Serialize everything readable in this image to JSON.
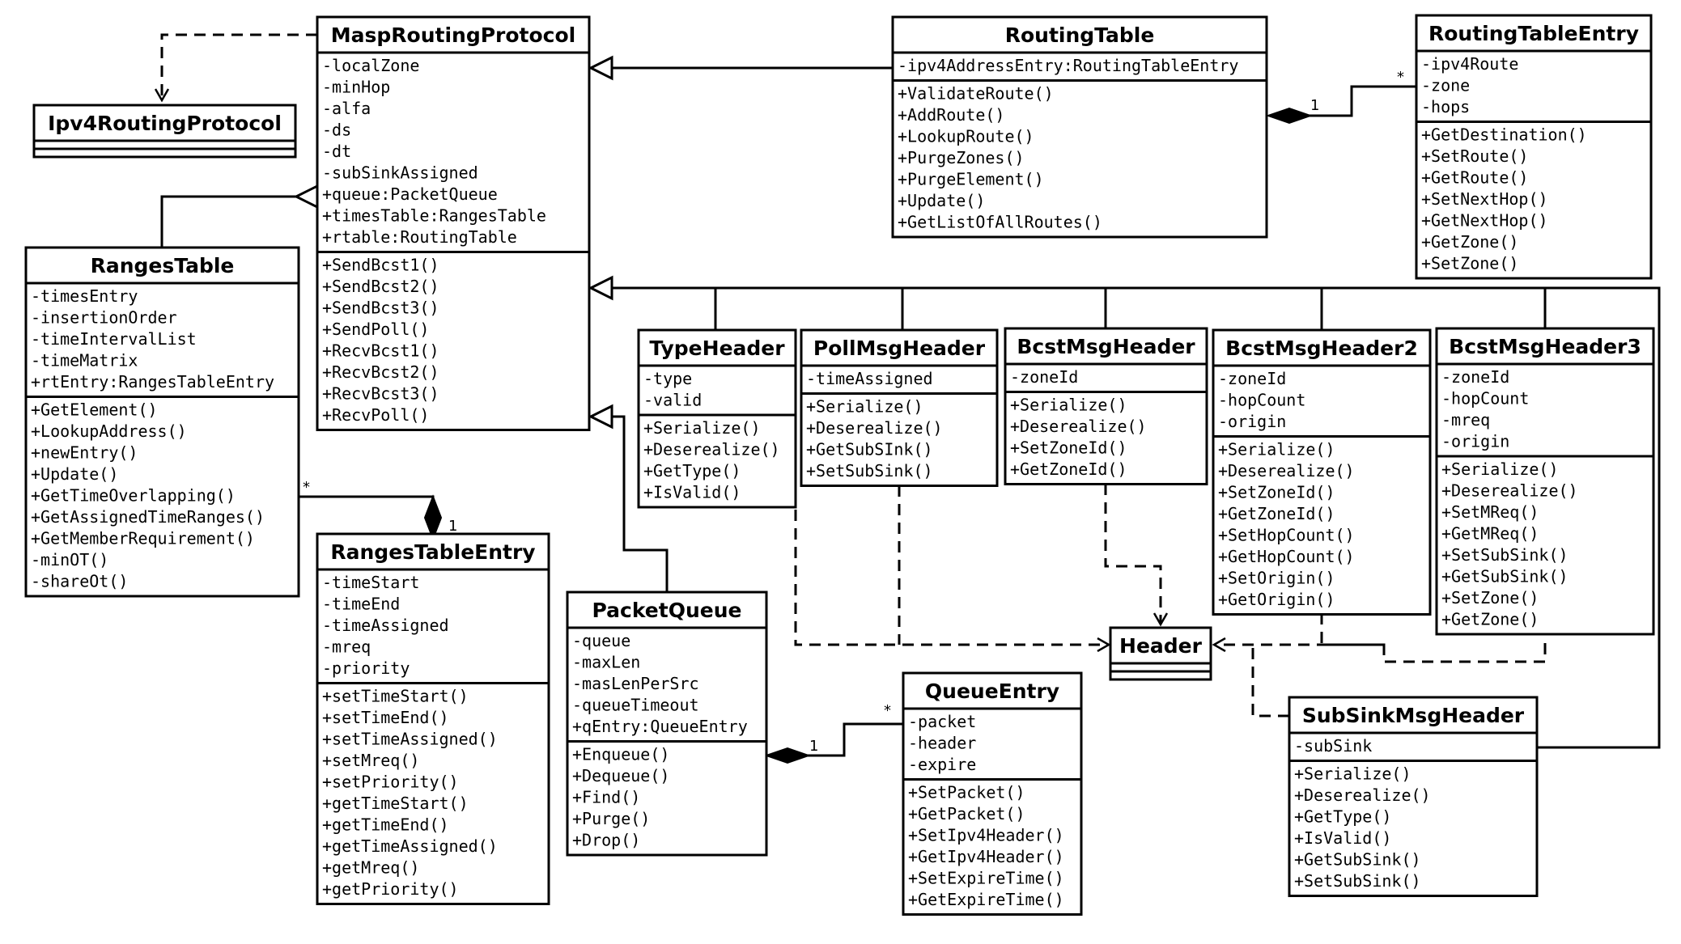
{
  "classes": {
    "masp": {
      "name": "MaspRoutingProtocol",
      "attributes": [
        "-localZone",
        "-minHop",
        "-alfa",
        "-ds",
        "-dt",
        "-subSinkAssigned",
        "+queue:PacketQueue",
        "+timesTable:RangesTable",
        "+rtable:RoutingTable"
      ],
      "operations": [
        "+SendBcst1()",
        "+SendBcst2()",
        "+SendBcst3()",
        "+SendPoll()",
        "+RecvBcst1()",
        "+RecvBcst2()",
        "+RecvBcst3()",
        "+RecvPoll()"
      ]
    },
    "ipv4": {
      "name": "Ipv4RoutingProtocol",
      "attributes": [],
      "operations": []
    },
    "rtable": {
      "name": "RoutingTable",
      "attributes": [
        "-ipv4AddressEntry:RoutingTableEntry"
      ],
      "operations": [
        "+ValidateRoute()",
        "+AddRoute()",
        "+LookupRoute()",
        "+PurgeZones()",
        "+PurgeElement()",
        "+Update()",
        "+GetListOfAllRoutes()"
      ]
    },
    "rtentry": {
      "name": "RoutingTableEntry",
      "attributes": [
        "-ipv4Route",
        "-zone",
        "-hops"
      ],
      "operations": [
        "+GetDestination()",
        "+SetRoute()",
        "+GetRoute()",
        "+SetNextHop()",
        "+GetNextHop()",
        "+GetZone()",
        "+SetZone()"
      ]
    },
    "ranges": {
      "name": "RangesTable",
      "attributes": [
        "-timesEntry",
        "-insertionOrder",
        "-timeIntervalList",
        "-timeMatrix",
        "+rtEntry:RangesTableEntry"
      ],
      "operations": [
        "+GetElement()",
        "+LookupAddress()",
        "+newEntry()",
        "+Update()",
        "+GetTimeOverlapping()",
        "+GetAssignedTimeRanges()",
        "+GetMemberRequirement()",
        "-minOT()",
        "-shareOt()"
      ]
    },
    "rangesentry": {
      "name": "RangesTableEntry",
      "attributes": [
        "-timeStart",
        "-timeEnd",
        "-timeAssigned",
        "-mreq",
        "-priority"
      ],
      "operations": [
        "+setTimeStart()",
        "+setTimeEnd()",
        "+setTimeAssigned()",
        "+setMreq()",
        "+setPriority()",
        "+getTimeStart()",
        "+getTimeEnd()",
        "+getTimeAssigned()",
        "+getMreq()",
        "+getPriority()"
      ]
    },
    "packetqueue": {
      "name": "PacketQueue",
      "attributes": [
        "-queue",
        "-maxLen",
        "-masLenPerSrc",
        "-queueTimeout",
        "+qEntry:QueueEntry"
      ],
      "operations": [
        "+Enqueue()",
        "+Dequeue()",
        "+Find()",
        "+Purge()",
        "+Drop()"
      ]
    },
    "queueentry": {
      "name": "QueueEntry",
      "attributes": [
        "-packet",
        "-header",
        "-expire"
      ],
      "operations": [
        "+SetPacket()",
        "+GetPacket()",
        "+SetIpv4Header()",
        "+GetIpv4Header()",
        "+SetExpireTime()",
        "+GetExpireTime()"
      ]
    },
    "typeheader": {
      "name": "TypeHeader",
      "attributes": [
        "-type",
        "-valid"
      ],
      "operations": [
        "+Serialize()",
        "+Deserealize()",
        "+GetType()",
        "+IsValid()"
      ]
    },
    "pollmsg": {
      "name": "PollMsgHeader",
      "attributes": [
        "-timeAssigned"
      ],
      "operations": [
        "+Serialize()",
        "+Deserealize()",
        "+GetSubSInk()",
        "+SetSubSink()"
      ]
    },
    "bcstmsg": {
      "name": "BcstMsgHeader",
      "attributes": [
        "-zoneId"
      ],
      "operations": [
        "+Serialize()",
        "+Deserealize()",
        "+SetZoneId()",
        "+GetZoneId()"
      ]
    },
    "bcstmsg2": {
      "name": "BcstMsgHeader2",
      "attributes": [
        "-zoneId",
        "-hopCount",
        "-origin"
      ],
      "operations": [
        "+Serialize()",
        "+Deserealize()",
        "+SetZoneId()",
        "+GetZoneId()",
        "+SetHopCount()",
        "+GetHopCount()",
        "+SetOrigin()",
        "+GetOrigin()"
      ]
    },
    "bcstmsg3": {
      "name": "BcstMsgHeader3",
      "attributes": [
        "-zoneId",
        "-hopCount",
        "-mreq",
        "-origin"
      ],
      "operations": [
        "+Serialize()",
        "+Deserealize()",
        "+SetMReq()",
        "+GetMReq()",
        "+SetSubSink()",
        "+GetSubSink()",
        "+SetZone()",
        "+GetZone()"
      ]
    },
    "header": {
      "name": "Header",
      "attributes": [],
      "operations": []
    },
    "subsink": {
      "name": "SubSinkMsgHeader",
      "attributes": [
        "-subSink"
      ],
      "operations": [
        "+Serialize()",
        "+Deserealize()",
        "+GetType()",
        "+IsValid()",
        "+GetSubSink()",
        "+SetSubSink()"
      ]
    }
  },
  "multiplicities": {
    "rt_one": "1",
    "rt_many": "*",
    "ranges_many": "*",
    "ranges_one": "1",
    "queue_one": "1",
    "queue_many": "*"
  }
}
